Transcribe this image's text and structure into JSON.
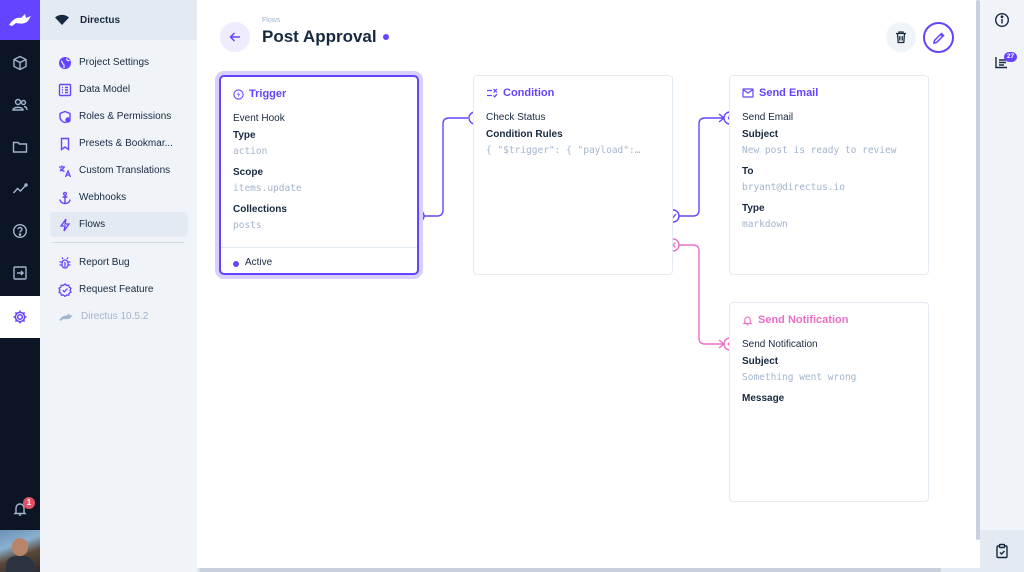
{
  "app": {
    "project_name": "Directus",
    "notification_count": "1",
    "activity_count": "27"
  },
  "nav": {
    "items": [
      {
        "label": "Project Settings",
        "icon": "globe-icon"
      },
      {
        "label": "Data Model",
        "icon": "data-model-icon"
      },
      {
        "label": "Roles & Permissions",
        "icon": "roles-icon"
      },
      {
        "label": "Presets & Bookmar...",
        "icon": "bookmark-icon"
      },
      {
        "label": "Custom Translations",
        "icon": "translate-icon"
      },
      {
        "label": "Webhooks",
        "icon": "anchor-icon"
      },
      {
        "label": "Flows",
        "icon": "bolt-icon"
      },
      {
        "label": "Report Bug",
        "icon": "bug-icon"
      },
      {
        "label": "Request Feature",
        "icon": "verified-icon"
      },
      {
        "label": "Directus 10.5.2",
        "icon": "directus-logo-icon"
      }
    ],
    "active": "Flows"
  },
  "header": {
    "breadcrumb": "Flows",
    "title": "Post Approval"
  },
  "flow": {
    "trigger": {
      "title": "Trigger",
      "type_name": "Event Hook",
      "type_label": "Type",
      "type_value": "action",
      "scope_label": "Scope",
      "scope_value": "items.update",
      "collections_label": "Collections",
      "collections_value": "posts",
      "status": "Active"
    },
    "condition": {
      "title": "Condition",
      "name": "Check Status",
      "rules_label": "Condition Rules",
      "rules_value": "{ \"$trigger\": { \"payload\":…"
    },
    "send_email": {
      "title": "Send Email",
      "name": "Send Email",
      "subject_label": "Subject",
      "subject_value": "New post is ready to review",
      "to_label": "To",
      "to_value": "bryant@directus.io",
      "type_label": "Type",
      "type_value": "markdown"
    },
    "send_notification": {
      "title": "Send Notification",
      "name": "Send Notification",
      "subject_label": "Subject",
      "subject_value": "Something went wrong",
      "message_label": "Message"
    }
  },
  "colors": {
    "primary": "#6644ff",
    "reject": "#ec6ec9",
    "rail": "#0c1524",
    "muted_text": "#a2b5cd"
  }
}
